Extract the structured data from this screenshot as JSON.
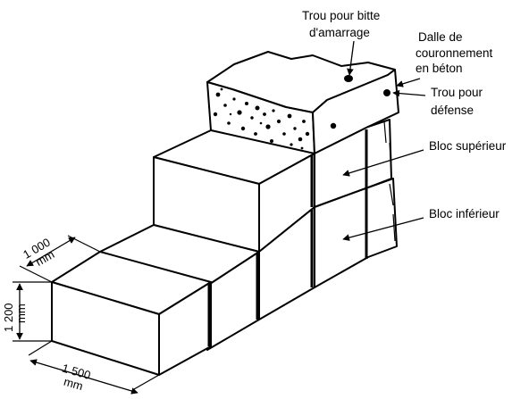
{
  "labels": {
    "bollard_hole_line1": "Trou pour bitte",
    "bollard_hole_line2": "d'amarrage",
    "cap_line1": "Dalle de",
    "cap_line2": "couronnement",
    "cap_line3": "en béton",
    "fender_hole_line1": "Trou pour",
    "fender_hole_line2": "défense",
    "upper_block": "Bloc supérieur",
    "lower_block": "Bloc inférieur"
  },
  "dimensions": {
    "depth_value": "1 000",
    "depth_unit": "mm",
    "height_value": "1 200",
    "height_unit": "mm",
    "length_value": "1 500",
    "length_unit": "mm"
  }
}
